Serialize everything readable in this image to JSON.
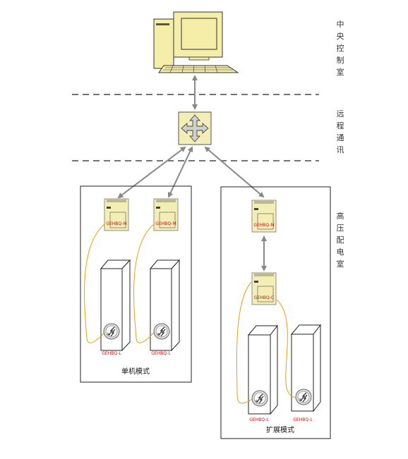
{
  "zones": {
    "central": "中央控制室",
    "remote": "远程通讯",
    "hv_room": "高压配电室"
  },
  "modes": {
    "single": "单机模式",
    "extended": "扩展模式"
  },
  "devices": {
    "single_a": "GEHBQ-M",
    "single_b": "GEHBQ-M",
    "ext_master": "GEHBQ-M",
    "ext_child": "GEHBQ-C"
  },
  "sensors": {
    "single_a": "GEHBQ-L",
    "single_b": "GEHBQ-L",
    "ext_a": "GEHBQ-L",
    "ext_b": "GEHBQ-L"
  },
  "colors": {
    "device_fill": "#f3edb6",
    "cable": "#f0a000",
    "arrow": "#888888",
    "dashed": "#222222",
    "label_red": "#d01010"
  },
  "icons": [
    "computer-icon",
    "communication-hub-icon",
    "lightning-sensor-icon"
  ]
}
